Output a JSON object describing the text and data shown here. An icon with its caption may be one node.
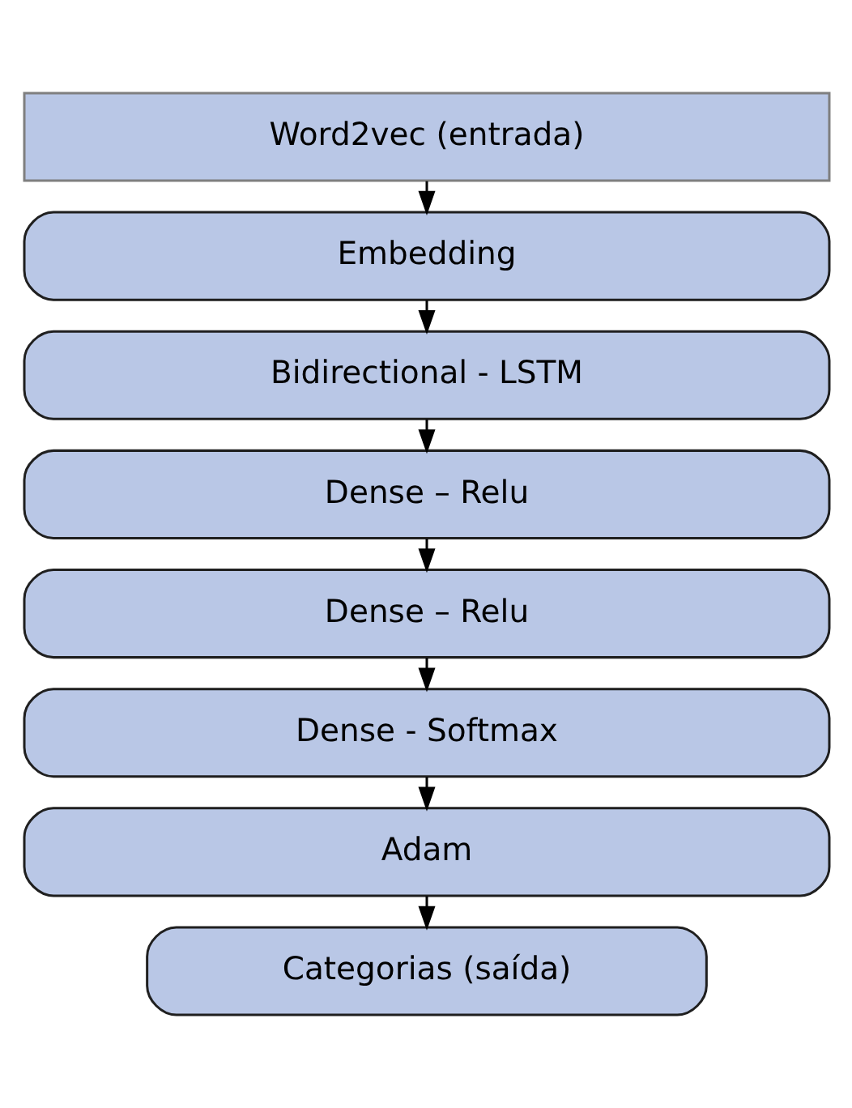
{
  "diagram": {
    "nodes": [
      {
        "text": [
          "Word2vec (entrada)"
        ]
      },
      {
        "text": [
          "Embedding"
        ]
      },
      {
        "text": [
          "Bidirectional - LSTM"
        ]
      },
      {
        "text": [
          "Dense – Relu"
        ]
      },
      {
        "text": [
          "Dense – Relu"
        ]
      },
      {
        "text": [
          "Dense - Softmax"
        ]
      },
      {
        "text": [
          "Adam"
        ]
      },
      {
        "text": [
          "Categorias (saída)"
        ]
      }
    ],
    "edges": [
      {
        "from": 0,
        "to": 1,
        "arrow": "to"
      },
      {
        "from": 1,
        "to": 2,
        "arrow": "to"
      },
      {
        "from": 2,
        "to": 3,
        "arrow": "to"
      },
      {
        "from": 3,
        "to": 4,
        "arrow": "to"
      },
      {
        "from": 4,
        "to": 5,
        "arrow": "to"
      },
      {
        "from": 5,
        "to": 6,
        "arrow": "to"
      },
      {
        "from": 6,
        "to": 7,
        "arrow": "to"
      }
    ]
  }
}
